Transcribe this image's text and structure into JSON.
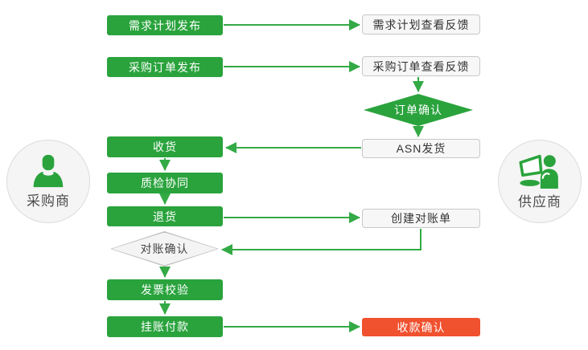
{
  "colors": {
    "green": "#2aa33d",
    "arrow": "#33aa45",
    "red": "#f0512f"
  },
  "actors": {
    "buyer": {
      "label": "采购商",
      "icon": "person-icon"
    },
    "supplier": {
      "label": "供应商",
      "icon": "person-laptop-icon"
    }
  },
  "nodes": {
    "demand_plan_publish": "需求计划发布",
    "demand_plan_feedback": "需求计划查看反馈",
    "po_publish": "采购订单发布",
    "po_feedback": "采购订单查看反馈",
    "order_confirm": "订单确认",
    "asn_ship": "ASN发货",
    "receive": "收货",
    "quality_inspection": "质检协同",
    "return_goods": "退货",
    "create_statement": "创建对账单",
    "statement_confirm": "对账确认",
    "invoice_verify": "发票校验",
    "payment": "挂账付款",
    "receipt_confirm": "收款确认"
  }
}
